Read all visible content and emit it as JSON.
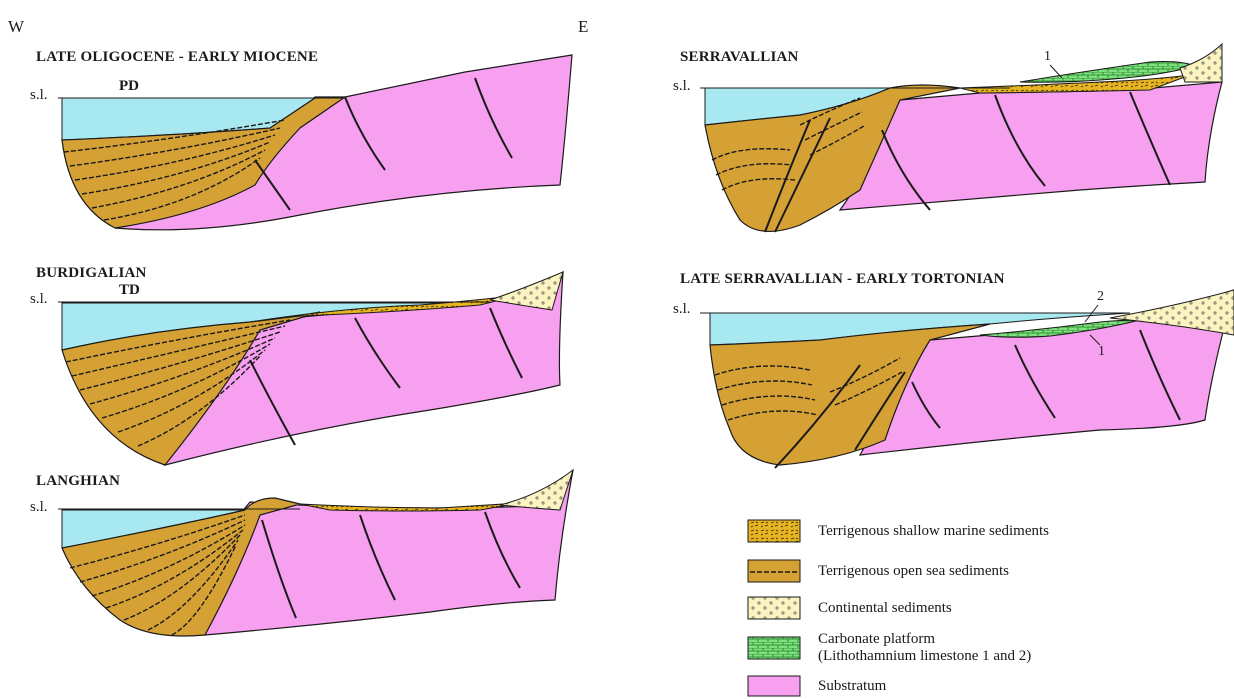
{
  "figure": {
    "compass": {
      "west": "W",
      "east": "E"
    },
    "sea_level_label": "s.l.",
    "panels": [
      {
        "id": "p1",
        "title": "LATE OLIGOCENE - EARLY MIOCENE",
        "code": "PD"
      },
      {
        "id": "p2",
        "title": "BURDIGALIAN",
        "code": "TD"
      },
      {
        "id": "p3",
        "title": "LANGHIAN"
      },
      {
        "id": "p4",
        "title": "SERRAVALLIAN",
        "markers": [
          "1"
        ]
      },
      {
        "id": "p5",
        "title": "LATE SERRAVALLIAN - EARLY TORTONIAN",
        "markers": [
          "2",
          "1"
        ]
      }
    ],
    "legend": [
      {
        "key": "terrigenous-shallow-marine",
        "label": "Terrigenous shallow marine sediments",
        "color": "#e7b422"
      },
      {
        "key": "terrigenous-open-sea",
        "label": "Terrigenous open sea sediments",
        "color": "#d6a134"
      },
      {
        "key": "continental",
        "label": "Continental sediments",
        "color": "#fbf3c0"
      },
      {
        "key": "carbonate-platform",
        "label": "Carbonate platform",
        "label2": "(Lithothamnium limestone 1 and 2)",
        "color": "#7fe07f"
      },
      {
        "key": "substratum",
        "label": "Substratum",
        "color": "#f7a0f0"
      }
    ],
    "colors": {
      "sea": "#a8e8f0",
      "substratum": "#f7a0f0",
      "open_sea": "#d6a134",
      "shallow": "#e7b422",
      "continental": "#fbf3c0",
      "carbonate": "#7fe07f",
      "outline": "#1a1a1a"
    }
  }
}
